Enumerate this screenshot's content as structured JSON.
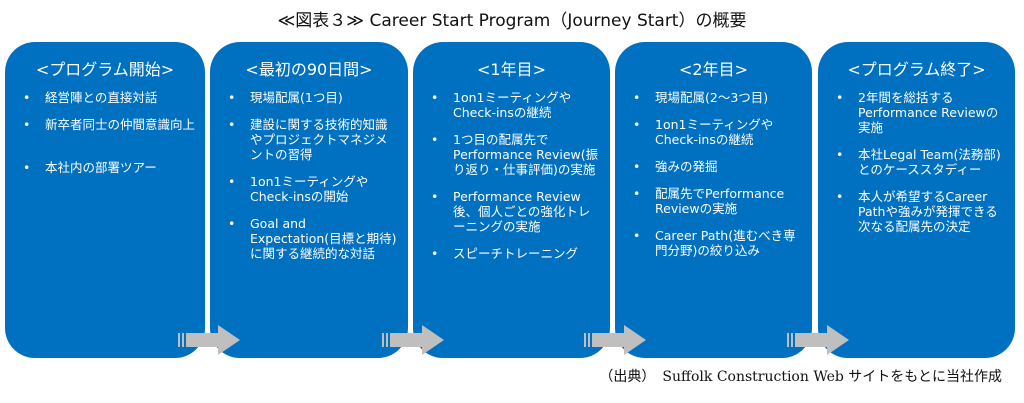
{
  "title": "≪図表３≫ Career Start Program（Journey Start）の概要",
  "stages": [
    {
      "heading": "<プログラム開始>",
      "items": [
        "経営陣との直接対話",
        "新卒者同士の仲間意識向上",
        "本社内の部署ツアー"
      ]
    },
    {
      "heading": "<最初の90日間>",
      "items": [
        "現場配属(1つ目)",
        "建設に関する技術的知識やプロジェクトマネジメントの習得",
        "1on1ミーティングやCheck-insの開始",
        "Goal and Expectation(目標と期待)に関する継続的な対話"
      ]
    },
    {
      "heading": "<1年目>",
      "items": [
        "1on1ミーティングやCheck-insの継続",
        "1つ目の配属先でPerformance Review(振り返り・仕事評価)の実施",
        "Performance Review後、個人ごとの強化トレーニングの実施",
        "スピーチトレーニング"
      ]
    },
    {
      "heading": "<2年目>",
      "items": [
        "現場配属(2～3つ目)",
        "1on1ミーティングやCheck-insの継続",
        "強みの発掘",
        "配属先でPerformance Reviewの実施",
        "Career Path(進むべき専門分野)の絞り込み"
      ]
    },
    {
      "heading": "<プログラム終了>",
      "items": [
        "2年間を総括するPerformance Reviewの実施",
        "本社Legal Team(法務部)とのケーススタディー",
        "本人が希望するCareer Pathや強みが発揮できる次なる配属先の決定"
      ]
    }
  ],
  "source": "（出典）　Suffolk Construction Web サイトをもとに当社作成",
  "colors": {
    "box": "#0070c0",
    "arrow": "#bfbfbf"
  }
}
